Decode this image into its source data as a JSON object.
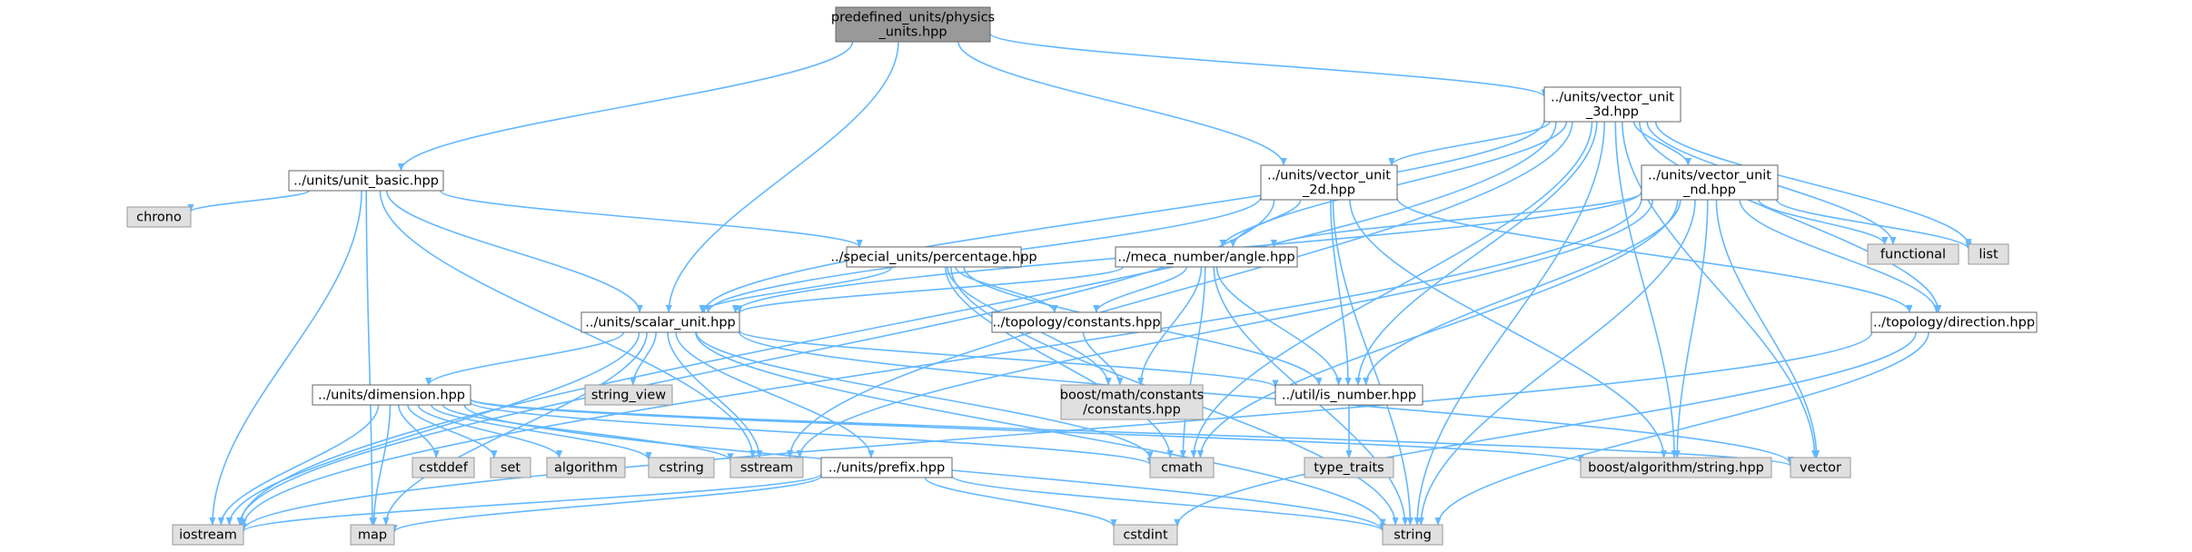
{
  "colors": {
    "edge": "#63b8ff",
    "root_fill": "#999999",
    "node_fill": "#ffffff",
    "node_border": "#666666",
    "system_fill": "#e0e0e0",
    "system_border": "#999999"
  },
  "nodes": {
    "root": {
      "lines": [
        "predefined_units/physics",
        "_units.hpp"
      ],
      "kind": "root"
    },
    "v3d": {
      "lines": [
        "../units/vector_unit",
        "_3d.hpp"
      ],
      "kind": "file"
    },
    "basic": {
      "lines": [
        "../units/unit_basic.hpp"
      ],
      "kind": "file"
    },
    "v2d": {
      "lines": [
        "../units/vector_unit",
        "_2d.hpp"
      ],
      "kind": "file"
    },
    "vnd": {
      "lines": [
        "../units/vector_unit",
        "_nd.hpp"
      ],
      "kind": "file"
    },
    "chrono": {
      "lines": [
        "chrono"
      ],
      "kind": "system"
    },
    "percentage": {
      "lines": [
        "../special_units/percentage.hpp"
      ],
      "kind": "file"
    },
    "angle": {
      "lines": [
        "../meca_number/angle.hpp"
      ],
      "kind": "file"
    },
    "functional": {
      "lines": [
        "functional"
      ],
      "kind": "system"
    },
    "list": {
      "lines": [
        "list"
      ],
      "kind": "system"
    },
    "scalar": {
      "lines": [
        "../units/scalar_unit.hpp"
      ],
      "kind": "file"
    },
    "constants": {
      "lines": [
        "../topology/constants.hpp"
      ],
      "kind": "file"
    },
    "direction": {
      "lines": [
        "../topology/direction.hpp"
      ],
      "kind": "file"
    },
    "string_view": {
      "lines": [
        "string_view"
      ],
      "kind": "system"
    },
    "boostconst": {
      "lines": [
        "boost/math/constants",
        "/constants.hpp"
      ],
      "kind": "system"
    },
    "isnumber": {
      "lines": [
        "../util/is_number.hpp"
      ],
      "kind": "file"
    },
    "dimension": {
      "lines": [
        "../units/dimension.hpp"
      ],
      "kind": "file"
    },
    "cstddef": {
      "lines": [
        "cstddef"
      ],
      "kind": "system"
    },
    "set": {
      "lines": [
        "set"
      ],
      "kind": "system"
    },
    "algorithm": {
      "lines": [
        "algorithm"
      ],
      "kind": "system"
    },
    "cstring": {
      "lines": [
        "cstring"
      ],
      "kind": "system"
    },
    "sstream": {
      "lines": [
        "sstream"
      ],
      "kind": "system"
    },
    "prefix": {
      "lines": [
        "../units/prefix.hpp"
      ],
      "kind": "file"
    },
    "cmath": {
      "lines": [
        "cmath"
      ],
      "kind": "system"
    },
    "type_traits": {
      "lines": [
        "type_traits"
      ],
      "kind": "system"
    },
    "boostalgo": {
      "lines": [
        "boost/algorithm/string.hpp"
      ],
      "kind": "system"
    },
    "vector": {
      "lines": [
        "vector"
      ],
      "kind": "system"
    },
    "iostream": {
      "lines": [
        "iostream"
      ],
      "kind": "system"
    },
    "map": {
      "lines": [
        "map"
      ],
      "kind": "system"
    },
    "cstdint": {
      "lines": [
        "cstdint"
      ],
      "kind": "system"
    },
    "string": {
      "lines": [
        "string"
      ],
      "kind": "system"
    }
  },
  "edges": [
    [
      "root",
      "basic"
    ],
    [
      "root",
      "scalar"
    ],
    [
      "root",
      "v2d"
    ],
    [
      "root",
      "v3d"
    ],
    [
      "v3d",
      "iostream"
    ],
    [
      "v3d",
      "sstream"
    ],
    [
      "v3d",
      "scalar"
    ],
    [
      "v3d",
      "v2d"
    ],
    [
      "v3d",
      "angle"
    ],
    [
      "v3d",
      "vnd"
    ],
    [
      "v3d",
      "isnumber"
    ],
    [
      "v3d",
      "cmath"
    ],
    [
      "v3d",
      "functional"
    ],
    [
      "v3d",
      "list"
    ],
    [
      "v3d",
      "boostalgo"
    ],
    [
      "v3d",
      "vector"
    ],
    [
      "v3d",
      "direction"
    ],
    [
      "v3d",
      "string"
    ],
    [
      "basic",
      "chrono"
    ],
    [
      "basic",
      "percentage"
    ],
    [
      "basic",
      "scalar"
    ],
    [
      "basic",
      "iostream"
    ],
    [
      "basic",
      "sstream"
    ],
    [
      "basic",
      "map"
    ],
    [
      "v2d",
      "iostream"
    ],
    [
      "v2d",
      "scalar"
    ],
    [
      "v2d",
      "angle"
    ],
    [
      "v2d",
      "isnumber"
    ],
    [
      "v2d",
      "string"
    ],
    [
      "v2d",
      "boostalgo"
    ],
    [
      "v2d",
      "direction"
    ],
    [
      "vnd",
      "scalar"
    ],
    [
      "vnd",
      "iostream"
    ],
    [
      "vnd",
      "sstream"
    ],
    [
      "vnd",
      "angle"
    ],
    [
      "vnd",
      "functional"
    ],
    [
      "vnd",
      "list"
    ],
    [
      "vnd",
      "direction"
    ],
    [
      "vnd",
      "isnumber"
    ],
    [
      "vnd",
      "cmath"
    ],
    [
      "vnd",
      "boostalgo"
    ],
    [
      "vnd",
      "vector"
    ],
    [
      "vnd",
      "string"
    ],
    [
      "percentage",
      "scalar"
    ],
    [
      "percentage",
      "constants"
    ],
    [
      "percentage",
      "boostconst"
    ],
    [
      "percentage",
      "isnumber"
    ],
    [
      "percentage",
      "cmath"
    ],
    [
      "percentage",
      "string"
    ],
    [
      "angle",
      "scalar"
    ],
    [
      "angle",
      "constants"
    ],
    [
      "angle",
      "boostconst"
    ],
    [
      "angle",
      "isnumber"
    ],
    [
      "angle",
      "cmath"
    ],
    [
      "angle",
      "string"
    ],
    [
      "scalar",
      "dimension"
    ],
    [
      "scalar",
      "string_view"
    ],
    [
      "scalar",
      "sstream"
    ],
    [
      "scalar",
      "prefix"
    ],
    [
      "scalar",
      "isnumber"
    ],
    [
      "scalar",
      "iostream"
    ],
    [
      "scalar",
      "map"
    ],
    [
      "scalar",
      "cmath"
    ],
    [
      "scalar",
      "string"
    ],
    [
      "scalar",
      "vector"
    ],
    [
      "constants",
      "boostconst"
    ],
    [
      "direction",
      "iostream"
    ],
    [
      "direction",
      "cstdint"
    ],
    [
      "direction",
      "string"
    ],
    [
      "isnumber",
      "type_traits"
    ],
    [
      "dimension",
      "cstddef"
    ],
    [
      "dimension",
      "set"
    ],
    [
      "dimension",
      "algorithm"
    ],
    [
      "dimension",
      "cstring"
    ],
    [
      "dimension",
      "sstream"
    ],
    [
      "dimension",
      "iostream"
    ],
    [
      "dimension",
      "map"
    ],
    [
      "dimension",
      "cmath"
    ],
    [
      "dimension",
      "string"
    ],
    [
      "dimension",
      "vector"
    ],
    [
      "dimension",
      "boostalgo"
    ],
    [
      "prefix",
      "iostream"
    ],
    [
      "prefix",
      "map"
    ],
    [
      "prefix",
      "cstdint"
    ],
    [
      "prefix",
      "string"
    ]
  ]
}
